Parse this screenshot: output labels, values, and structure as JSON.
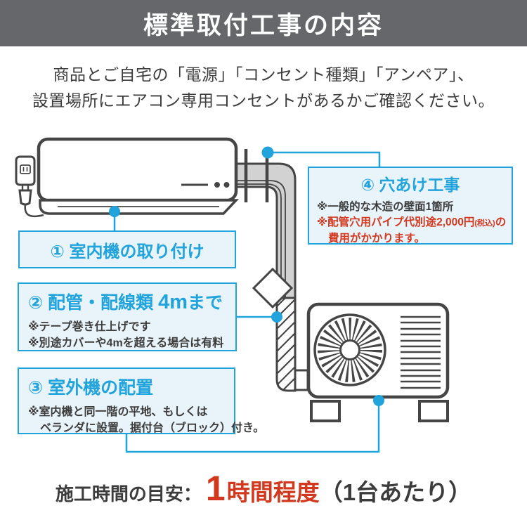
{
  "header": {
    "title": "標準取付工事の内容"
  },
  "intro": {
    "line1": "商品とご自宅の「電源」「コンセント種類」「アンペア」、",
    "line2": "設置場所にエアコン専用コンセントがあるかご確認ください。"
  },
  "callouts": {
    "indoor": {
      "title": "① 室内機の取り付け"
    },
    "piping": {
      "title_pre": "② 配管・配線類 ",
      "title_em": "4m",
      "title_post": "まで",
      "note1": "※テープ巻き仕上げです",
      "note2": "※別途カバーや4mを超える場合は有料"
    },
    "outdoor": {
      "title": "③ 室外機の配置",
      "note1": "※室内機と同一階の平地、もしくは",
      "note2": "ベランダに設置。据付台（ブロック）付き。"
    },
    "drilling": {
      "title": "④ 穴あけ工事",
      "note1": "※一般的な木造の壁面1箇所",
      "note2_main": "※配管穴用パイプ代別途2,000円",
      "note2_small": "(税込)",
      "note2_tail": "の",
      "note3": "費用がかかります。"
    }
  },
  "footer": {
    "label": "施工時間の目安：",
    "duration_big": "1",
    "duration_red": "時間程度",
    "suffix": "（1台あたり）"
  },
  "colors": {
    "accent_blue": "#21a3dc",
    "accent_blue_bg": "#e9f4fa",
    "alert_red": "#d2381e",
    "header_gray": "#65676a",
    "ink": "#3c3c3c",
    "line_dark": "#454545",
    "pipe_gray": "#d2d2d2"
  }
}
